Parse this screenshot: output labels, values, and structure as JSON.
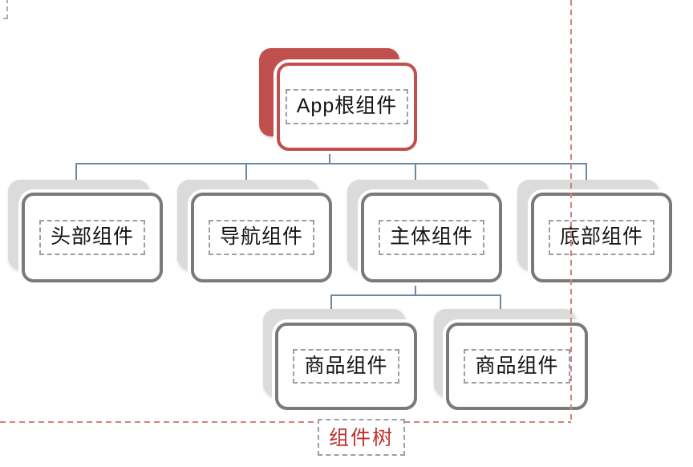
{
  "diagram": {
    "caption": "组件树",
    "tree": {
      "label": "App根组件",
      "children": [
        {
          "label": "头部组件",
          "children": []
        },
        {
          "label": "导航组件",
          "children": []
        },
        {
          "label": "主体组件",
          "children": [
            {
              "label": "商品组件"
            },
            {
              "label": "商品组件"
            }
          ]
        },
        {
          "label": "底部组件",
          "children": []
        }
      ]
    }
  },
  "colors": {
    "accent_red": "#C0504D",
    "shadow_gray": "#DBDBDB",
    "card_border_gray": "#7A7A7A",
    "connector_blue": "#6A89A8",
    "guide_red": "#D4837C",
    "caption_red": "#C0322E",
    "textbox_dash": "#9AA0A6"
  }
}
